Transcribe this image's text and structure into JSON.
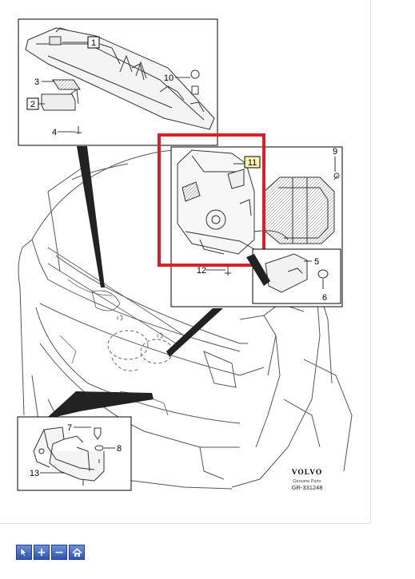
{
  "callouts": [
    {
      "id": "c1",
      "label": "1"
    },
    {
      "id": "c2",
      "label": "2"
    },
    {
      "id": "c3",
      "label": "3"
    },
    {
      "id": "c4",
      "label": "4"
    },
    {
      "id": "c5",
      "label": "5"
    },
    {
      "id": "c6",
      "label": "6"
    },
    {
      "id": "c7",
      "label": "7"
    },
    {
      "id": "c8",
      "label": "8"
    },
    {
      "id": "c9",
      "label": "9"
    },
    {
      "id": "c10",
      "label": "10"
    },
    {
      "id": "c11",
      "label": "11"
    },
    {
      "id": "c12",
      "label": "12"
    },
    {
      "id": "c13",
      "label": "13"
    }
  ],
  "brand": {
    "logo": "VOLVO",
    "subtitle": "Genuine Parts",
    "code": "GR-331248"
  },
  "colors": {
    "highlight": "#d9202a",
    "tag_fill": "#fff5b0",
    "line": "#333333"
  },
  "toolbar": {
    "buttons": [
      {
        "name": "pointer-tool-button",
        "icon": "pointer-icon"
      },
      {
        "name": "zoom-in-button",
        "icon": "plus-icon",
        "glyph": "+"
      },
      {
        "name": "zoom-out-button",
        "icon": "minus-icon",
        "glyph": "−"
      },
      {
        "name": "home-button",
        "icon": "home-icon"
      }
    ]
  }
}
